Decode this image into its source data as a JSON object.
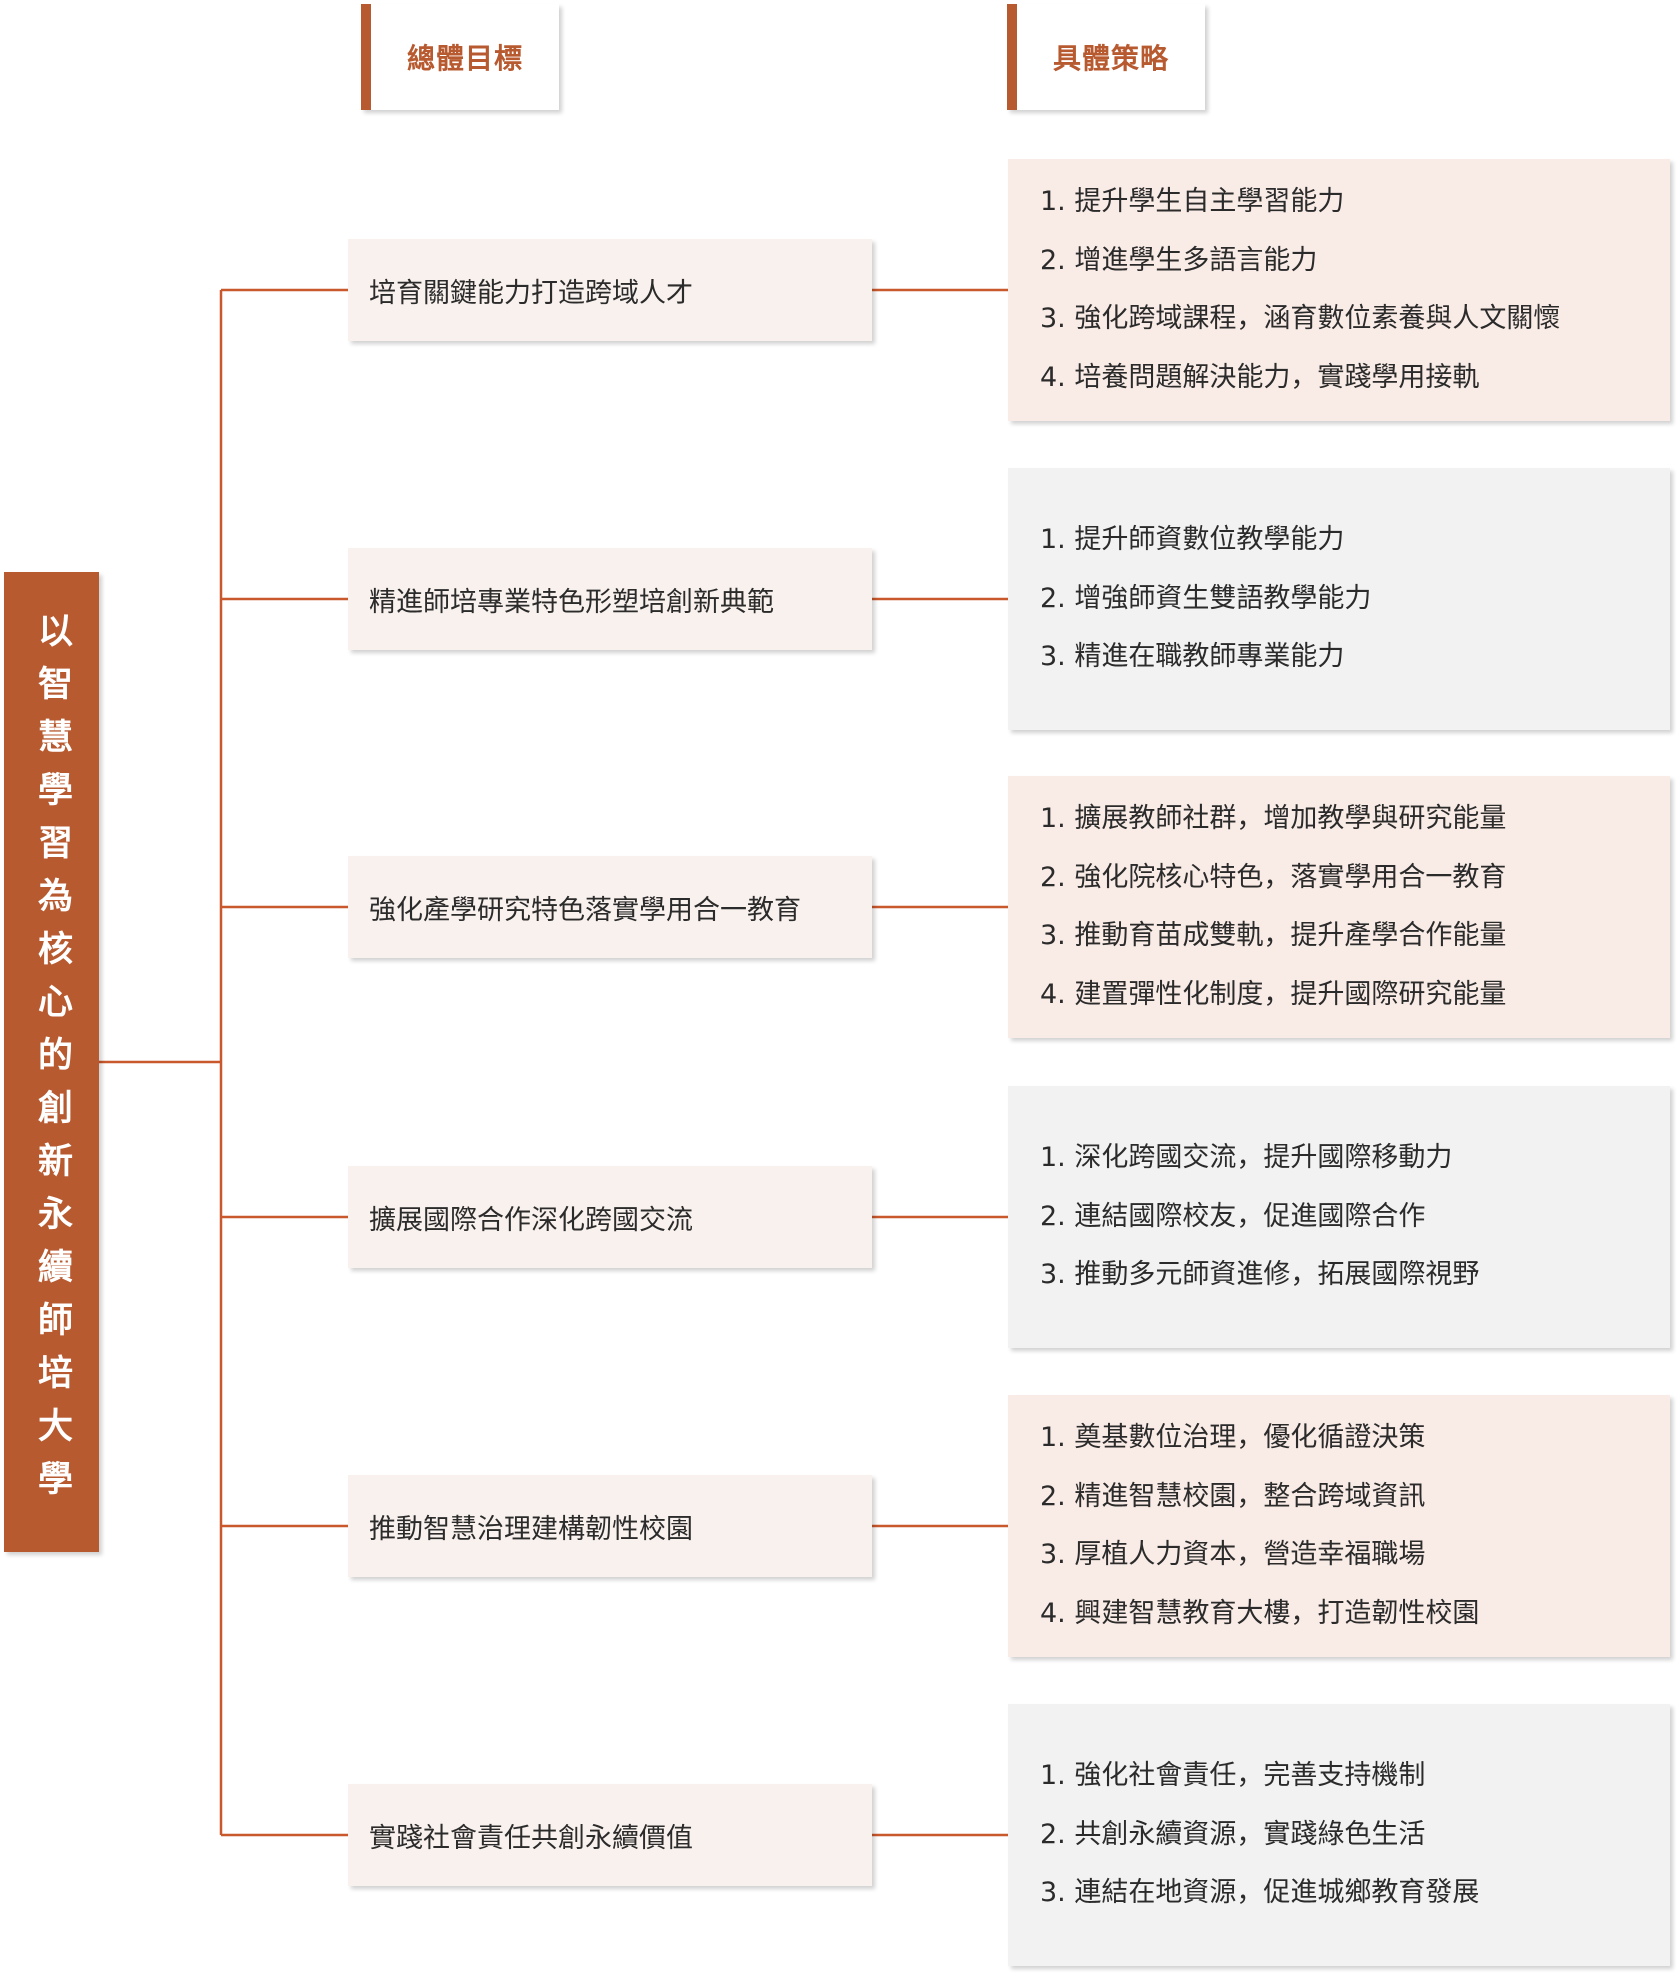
{
  "headers": {
    "goals": "總體目標",
    "strategies": "具體策略"
  },
  "root": {
    "label": "以智慧學習為核心的創新永續師培大學"
  },
  "colors": {
    "accent": "#b85a30",
    "goal_bg": "#f9f1ee",
    "strategy_bg_tint": "#f9ebe6",
    "strategy_bg_grey": "#f2f2f2"
  },
  "goals": [
    {
      "label": "培育關鍵能力打造跨域人才",
      "strategies": [
        "1. 提升學生自主學習能力",
        "2. 增進學生多語言能力",
        "3. 強化跨域課程，涵育數位素養與人文關懷",
        "4. 培養問題解決能力，實踐學用接軌"
      ]
    },
    {
      "label": "精進師培專業特色形塑培創新典範",
      "strategies": [
        "1. 提升師資數位教學能力",
        "2. 增強師資生雙語教學能力",
        "3. 精進在職教師專業能力"
      ]
    },
    {
      "label": "強化產學研究特色落實學用合一教育",
      "strategies": [
        "1. 擴展教師社群，增加教學與研究能量",
        "2. 強化院核心特色，落實學用合一教育",
        "3. 推動育苗成雙軌，提升產學合作能量",
        "4. 建置彈性化制度，提升國際研究能量"
      ]
    },
    {
      "label": "擴展國際合作深化跨國交流",
      "strategies": [
        "1. 深化跨國交流，提升國際移動力",
        "2. 連結國際校友，促進國際合作",
        "3. 推動多元師資進修，拓展國際視野"
      ]
    },
    {
      "label": "推動智慧治理建構韌性校園",
      "strategies": [
        "1. 奠基數位治理，優化循證決策",
        "2. 精進智慧校園，整合跨域資訊",
        "3. 厚植人力資本，營造幸福職場",
        "4. 興建智慧教育大樓，打造韌性校園"
      ]
    },
    {
      "label": "實踐社會責任共創永續價值",
      "strategies": [
        "1. 強化社會責任，完善支持機制",
        "2. 共創永續資源，實踐綠色生活",
        "3. 連結在地資源，促進城鄉教育發展"
      ]
    }
  ]
}
